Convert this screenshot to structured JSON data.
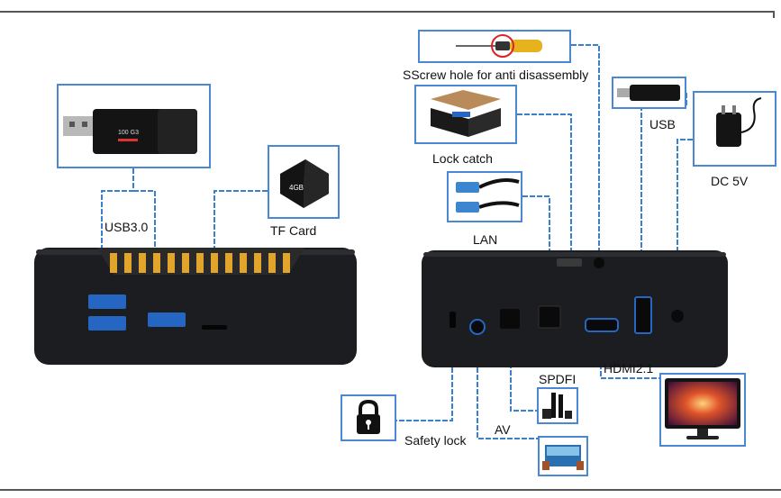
{
  "labels": {
    "usb3": "USB3.0",
    "tf_card": "TF Card",
    "tf_card_print": "4GB",
    "usb_stick_print": "100 G3",
    "screw_hole": "SScrew hole for anti disassembly",
    "lock_catch": "Lock catch",
    "lan": "LAN",
    "usb": "USB",
    "dc": "DC 5V",
    "hdmi": "HDMI2.1",
    "spdif": "SPDFI",
    "av": "AV",
    "safety_lock": "Safety lock"
  },
  "colors": {
    "connector_line": "#3a7fd0",
    "device_body": "#1c1d20",
    "vent_grille": "#e2a52c"
  },
  "icons": [
    "usb-stick-icon",
    "tf-card-icon",
    "screwdriver-icon",
    "lock-catch-icon",
    "lan-cable-icon",
    "usb-drive-icon",
    "power-adapter-icon",
    "lock-icon",
    "speaker-icon",
    "tv-icon",
    "monitor-icon"
  ]
}
